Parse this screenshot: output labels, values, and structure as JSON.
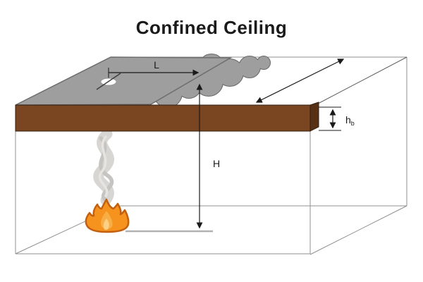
{
  "title": "Confined Ceiling",
  "labels": {
    "sprinkler_distance": "L",
    "ceiling_height": "H",
    "beam_depth_main": "h",
    "beam_depth_sub": "b"
  },
  "colors": {
    "ceiling_gray": "#9e9e9e",
    "smoke_cloud": "#9e9e9e",
    "beam_front": "#7a4521",
    "beam_side": "#57301576",
    "beam_side_solid": "#573015",
    "plume_light": "#d8d6d3",
    "plume_mid": "#c6c4c1",
    "plume_highlight": "#e6e4e1",
    "flame_body": "#f6921e",
    "flame_inner": "#f9ae45",
    "flame_core": "#fcd086",
    "sprinkler_fill": "#ffffff",
    "dimension_black": "#1a1a1a",
    "title_black": "#1a1a1a"
  }
}
